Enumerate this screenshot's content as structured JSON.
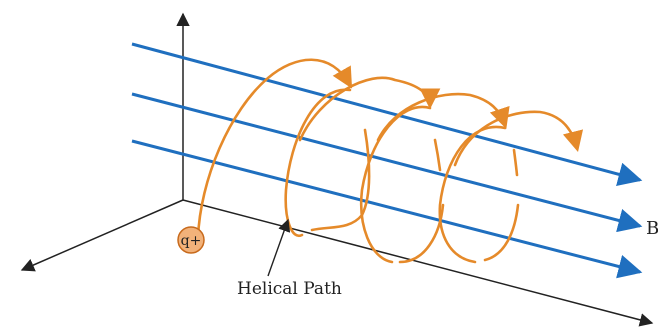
{
  "diagram": {
    "charge_label": "q+",
    "path_label": "Helical Path",
    "field_label": "B",
    "colors": {
      "background": "#ffffff",
      "axes": "#222222",
      "field_lines": "#1f6fbf",
      "helix": "#e58a2a",
      "charge_fill": "#f2b27a",
      "charge_stroke": "#c86a1c"
    }
  }
}
